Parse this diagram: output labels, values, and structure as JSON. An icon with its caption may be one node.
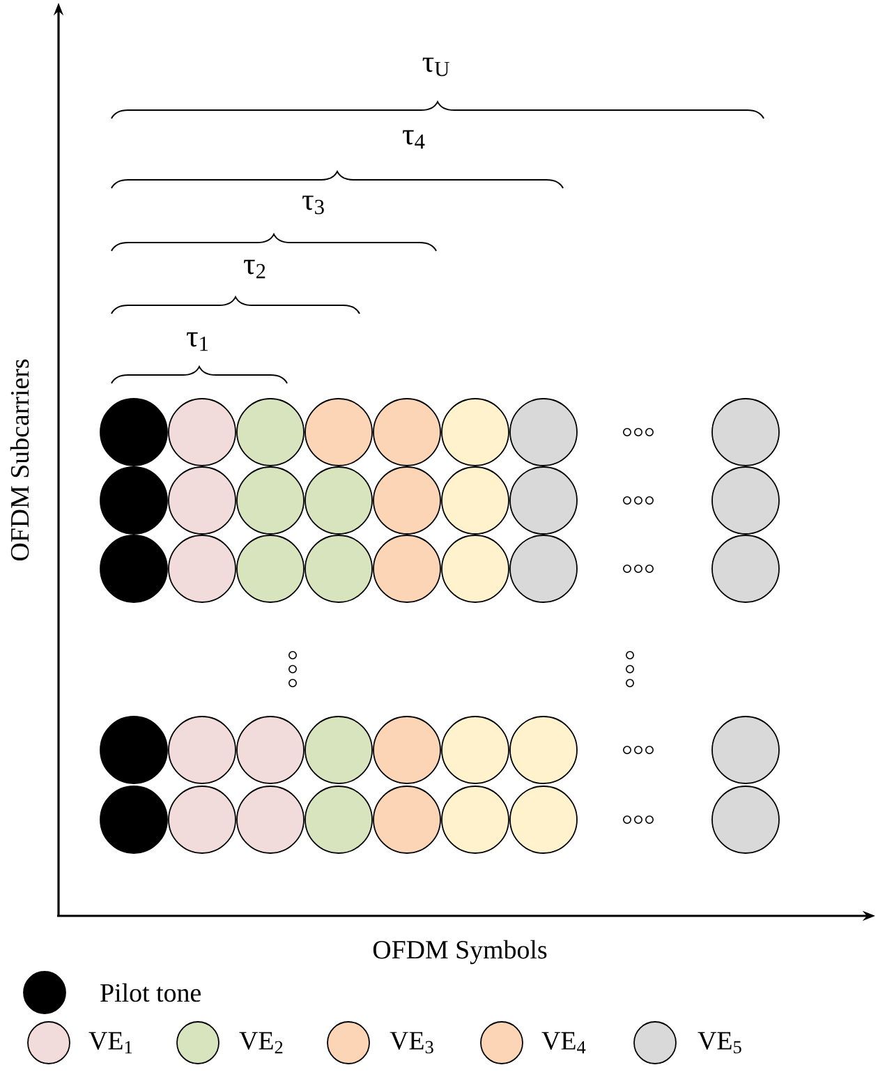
{
  "diagram": {
    "labels": [
      "τ$_{U}$",
      "τ$_{4}$",
      "τ$_{3}$",
      "τ$_{2}$",
      "τ$_{1}$",
      "OFDM Subcarriers",
      "OFDM Symbols"
    ],
    "legend": [
      {
        "text": "Pilot tone",
        "color": "#000000"
      },
      {
        "text": "VE$_{1}$",
        "color": "#f2dcdb"
      },
      {
        "text": "VE$_{2}$",
        "color": "#d7e4bd"
      },
      {
        "text": "VE$_{3}$",
        "color": "#fbd5b5"
      },
      {
        "text": "VE$_{4}$",
        "color": "#fbd5b5"
      },
      {
        "text": "VE$_{5}$",
        "color": "#d9d9d9"
      }
    ]
  }
}
